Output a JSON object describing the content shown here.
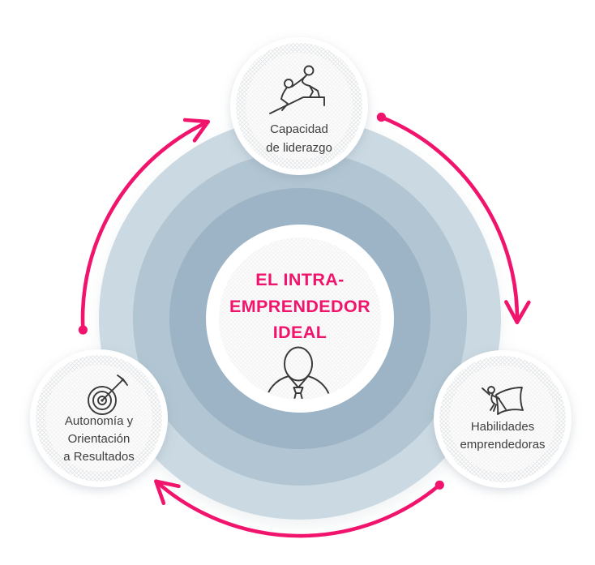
{
  "page": {
    "background": "#FFFFFF"
  },
  "diagram": {
    "title_lines": [
      "EL INTRA-",
      "EMPRENDEDOR",
      "IDEAL"
    ],
    "title_color": "#F1146C",
    "center_icon": "businessman-icon",
    "nodes": [
      {
        "id": "capacidad-liderazgo",
        "icon": "helping-hand-climb-icon",
        "label_lines": [
          "Capacidad",
          "de liderazgo"
        ]
      },
      {
        "id": "autonomia-orientacion-resultados",
        "icon": "target-arrow-icon",
        "label_lines": [
          "Autonomía y",
          "Orientación",
          "a Resultados"
        ]
      },
      {
        "id": "habilidades-emprendedoras",
        "icon": "person-waving-flag-icon",
        "label_lines": [
          "Habilidades",
          "emprendedoras"
        ]
      }
    ],
    "colors": {
      "accent_pink": "#F1146C",
      "ring_outer": "#CBD9E2",
      "ring_middle": "#B1C5D2",
      "ring_inner": "#9CB4C5",
      "inner_disc": "#FFFFFF",
      "label_text": "#3F3F3F",
      "icon_stroke": "#3A3A3A"
    },
    "cycle_arrows": [
      {
        "id": "left-to-top",
        "direction": "clockwise"
      },
      {
        "id": "top-to-right",
        "direction": "clockwise"
      },
      {
        "id": "right-to-left",
        "direction": "clockwise"
      }
    ]
  }
}
